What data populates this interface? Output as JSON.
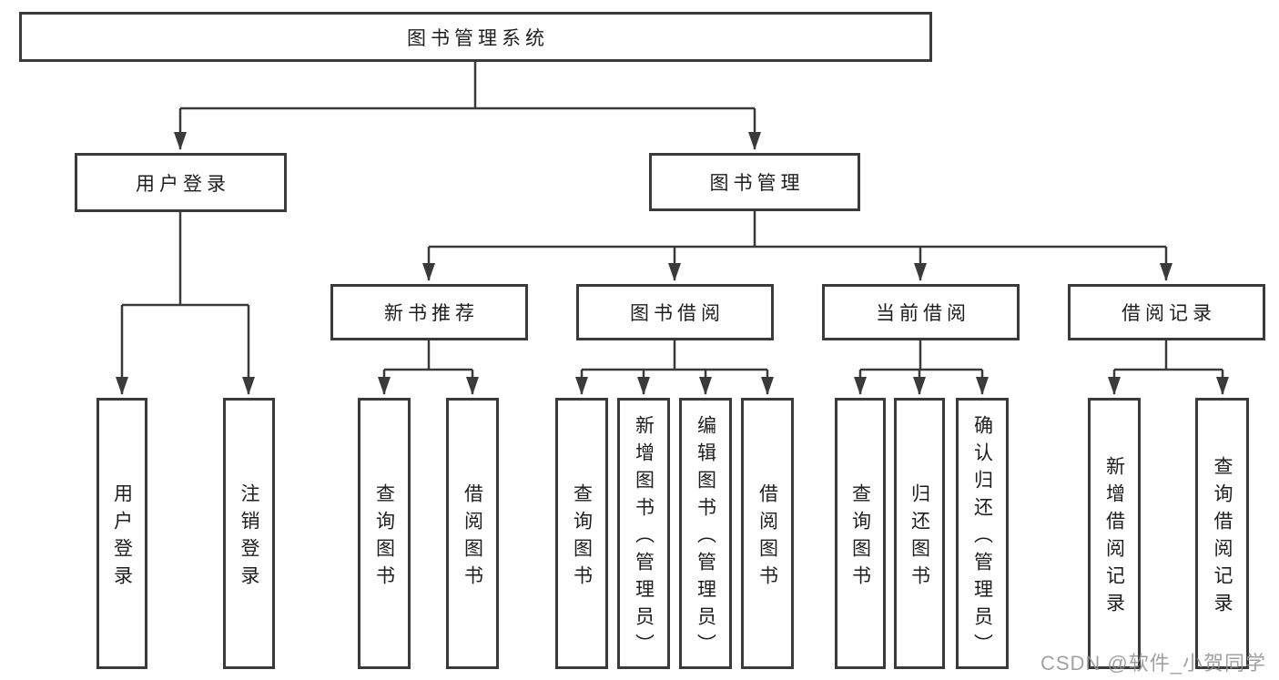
{
  "tree": {
    "label": "图书管理系统",
    "children": [
      {
        "label": "用户登录",
        "children": [
          {
            "label": "用户登录"
          },
          {
            "label": "注销登录"
          }
        ]
      },
      {
        "label": "图书管理",
        "children": [
          {
            "label": "新书推荐",
            "children": [
              {
                "label": "查询图书"
              },
              {
                "label": "借阅图书"
              }
            ]
          },
          {
            "label": "图书借阅",
            "children": [
              {
                "label": "查询图书"
              },
              {
                "label": "新增图书（管理员）"
              },
              {
                "label": "编辑图书（管理员）"
              },
              {
                "label": "借阅图书"
              }
            ]
          },
          {
            "label": "当前借阅",
            "children": [
              {
                "label": "查询图书"
              },
              {
                "label": "归还图书"
              },
              {
                "label": "确认归还（管理员）"
              }
            ]
          },
          {
            "label": "借阅记录",
            "children": [
              {
                "label": "新增借阅记录"
              },
              {
                "label": "查询借阅记录"
              }
            ]
          }
        ]
      }
    ]
  },
  "watermark": {
    "text": "CSDN @软件_小贺同学"
  },
  "colors": {
    "background": "#ffffff",
    "box_fill": "#ffffff",
    "box_border": "#3a3a3a",
    "line": "#3a3a3a",
    "text": "#1e1e1e",
    "watermark": "#919191"
  }
}
